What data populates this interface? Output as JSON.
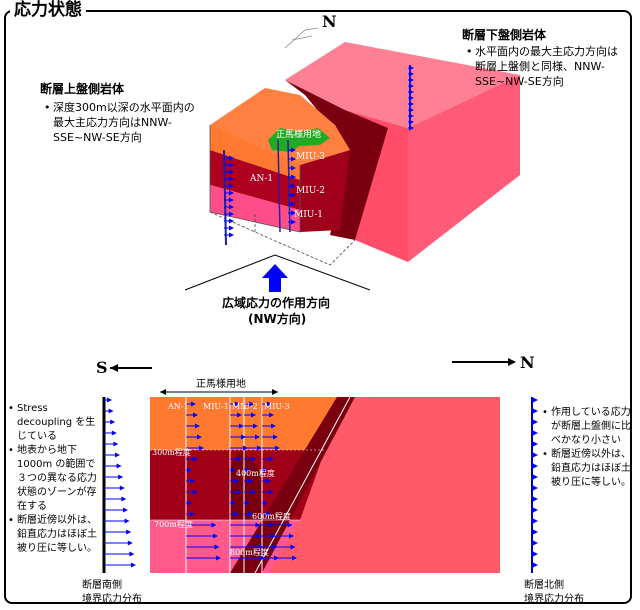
{
  "title": "応力状態",
  "top": {
    "north": "N",
    "site_label": "正馬様用地",
    "boreholes": [
      "AN-1",
      "MIU-3",
      "MIU-2",
      "MIU-1"
    ],
    "footwall": {
      "heading": "断層下盤側岩体",
      "bullets": [
        "水平面内の最大主応力方向は断層上盤側と同様、NNW-SSE~NW-SE方向"
      ]
    },
    "hangingwall": {
      "heading": "断層上盤側岩体",
      "bullets": [
        "深度300m以深の水平面内の最大主応力方向はNNW-SSE~NW-SE方向"
      ]
    },
    "regional_stress": {
      "line1": "広域応力の作用方向",
      "line2": "(NW方向)"
    }
  },
  "bottom": {
    "south": "S",
    "north": "N",
    "site_label": "正馬様用地",
    "boreholes": [
      "AN-1",
      "MIU-1",
      "MIU-2",
      "MIU-3"
    ],
    "depth_labels": [
      "300m程度",
      "400m程度",
      "600m程度",
      "700m程度",
      "800m程度"
    ],
    "left_bullets": [
      "Stress decoupling を生じている",
      "地表から地下1000m の範囲で３つの異なる応力状態のゾーンが存在する",
      "断層近傍以外は、鉛直応力はほぼ土被り圧に等しい。"
    ],
    "right_bullets": [
      "作用している応力が断層上盤側に比べかなり小さい",
      "断層近傍以外は、鉛直応力はほぼ土被り圧に等しい。"
    ],
    "left_caption": {
      "line1": "断層南側",
      "line2": "境界応力分布"
    },
    "right_caption": {
      "line1": "断層北側",
      "line2": "境界応力分布"
    }
  },
  "colors": {
    "orange": "#ff8040",
    "dark_red": "#8b0000",
    "pink": "#ff5a8a",
    "footwall_red": "#ff4d6a",
    "fault_dark": "#7a0010",
    "arrow_blue": "#0000ff",
    "site_green": "#22aa22"
  }
}
